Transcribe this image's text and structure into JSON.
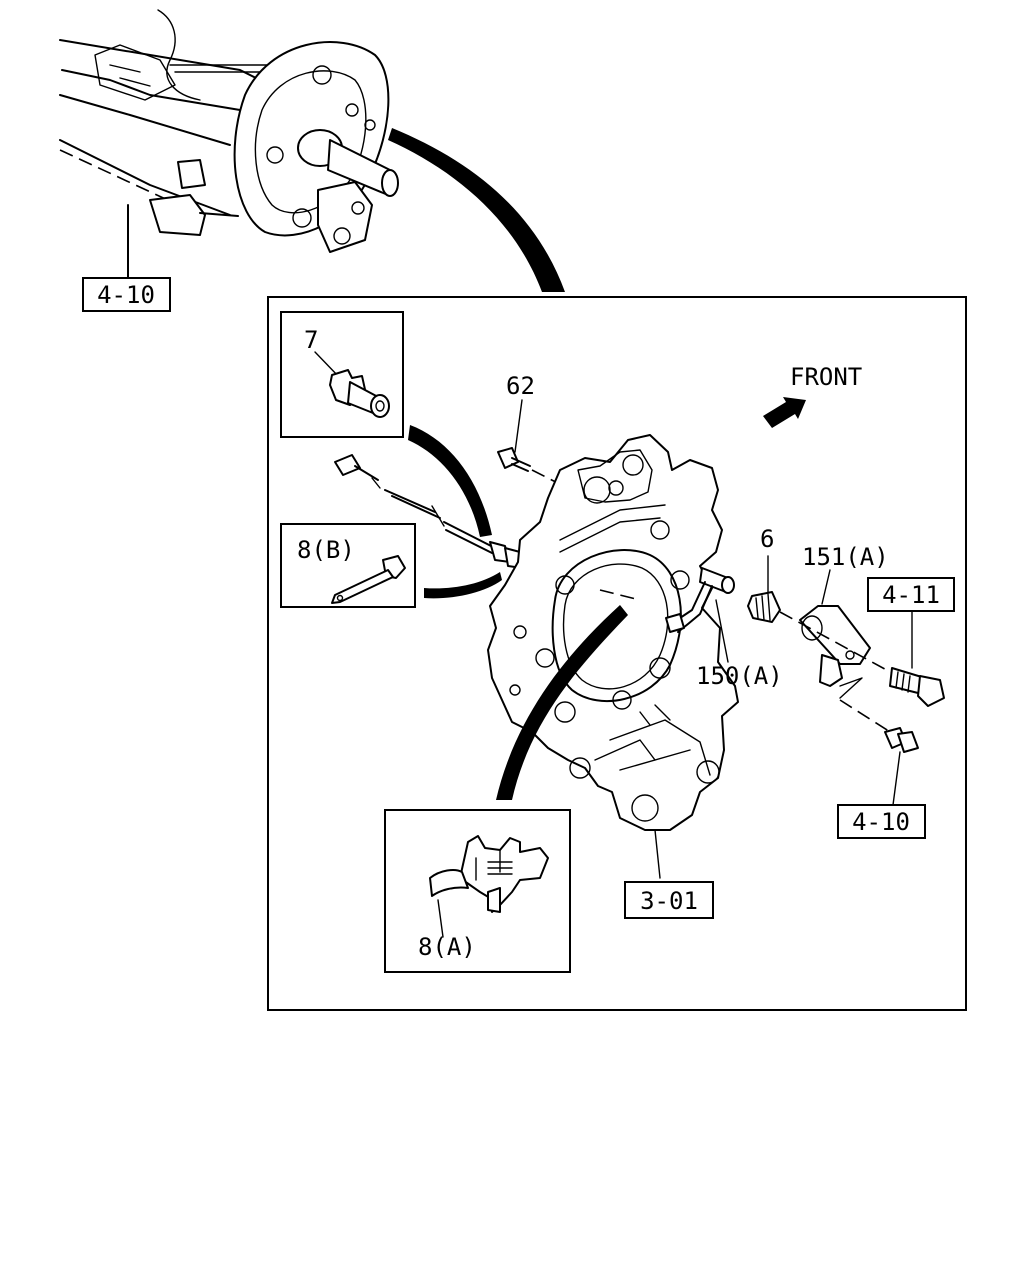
{
  "direction_label": "FRONT",
  "callouts": {
    "part_7": "7",
    "part_62": "62",
    "part_8b": "8(B)",
    "part_6": "6",
    "part_151a": "151(A)",
    "part_150a": "150(A)",
    "part_8a": "8(A)",
    "ref_4_10_top": "4-10",
    "ref_4_11": "4-11",
    "ref_4_10_right": "4-10",
    "ref_3_01": "3-01"
  }
}
